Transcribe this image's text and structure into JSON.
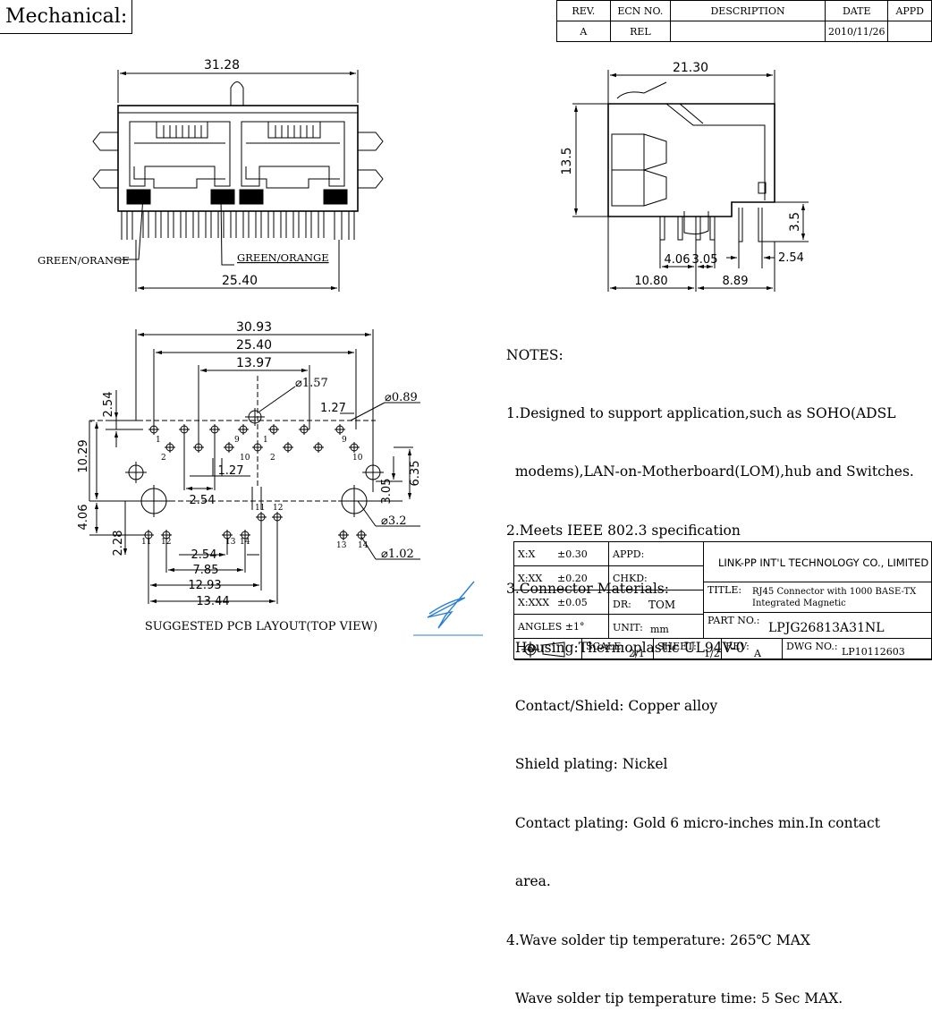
{
  "header": {
    "title": "Mechanical:"
  },
  "revision_table": {
    "headers": [
      "REV.",
      "ECN NO.",
      "DESCRIPTION",
      "DATE",
      "APPD"
    ],
    "rows": [
      [
        "A",
        "REL",
        "",
        "2010/11/26",
        ""
      ]
    ]
  },
  "front_view": {
    "dim_overall": "31.28",
    "dim_base": "25.40",
    "led_label_left": "GREEN/ORANGE",
    "led_label_right": "GREEN/ORANGE"
  },
  "side_view": {
    "dim_width": "21.30",
    "dim_height": "13.5",
    "dim_pin": "3.5",
    "dim_a": "4.06",
    "dim_b": "3.05",
    "dim_c": "2.54",
    "dim_d": "10.80",
    "dim_e": "8.89"
  },
  "pcb_layout": {
    "dim_30_93": "30.93",
    "dim_25_40": "25.40",
    "dim_13_97": "13.97",
    "dim_2_54_v": "2.54",
    "dim_1_27_a": "1.27",
    "dim_dia_0_89": "⌀0.89",
    "dim_dia_1_57": "⌀1.57",
    "dim_10_29": "10.29",
    "dim_1_27_b": "1.27",
    "dim_2_54_b": "2.54",
    "dim_4_06": "4.06",
    "dim_3_05": "3.05",
    "dim_6_35": "6.35",
    "dim_dia_3_2": "⌀3.2",
    "dim_dia_1_02": "⌀1.02",
    "dim_2_28": "2.28",
    "dim_2_54_c": "2.54",
    "dim_7_85": "7.85",
    "dim_12_93": "12.93",
    "dim_13_44": "13.44",
    "pin_labels": [
      "1",
      "2",
      "9",
      "10",
      "1",
      "2",
      "9",
      "10",
      "11",
      "12",
      "11",
      "12",
      "13",
      "14",
      "13",
      "14"
    ],
    "caption": "SUGGESTED PCB LAYOUT(TOP VIEW)"
  },
  "notes": {
    "heading": "NOTES:",
    "lines": [
      "1.Designed to support application,such as SOHO(ADSL",
      "  modems),LAN-on-Motherboard(LOM),hub and Switches.",
      "2.Meets IEEE 802.3 specification",
      "3.Connector Materials:",
      "  Housing:Thermoplastic UL94V-0",
      "  Contact/Shield: Copper alloy",
      "  Shield plating: Nickel",
      "  Contact plating: Gold 6 micro-inches min.In contact",
      "  area.",
      "4.Wave solder tip temperature: 265℃ MAX",
      "  Wave solder tip temperature time: 5 Sec MAX."
    ]
  },
  "title_block": {
    "tol_x": "X:X",
    "tol_x_val": "±0.30",
    "tol_xx": "X:XX",
    "tol_xx_val": "±0.20",
    "tol_xxx": "X:XXX",
    "tol_xxx_val": "±0.05",
    "angles": "ANGLES ±1°",
    "appd": "APPD:",
    "chkd": "CHKD:",
    "dr": "DR:",
    "dr_val": "TOM",
    "unit": "UNIT:",
    "unit_val": "mm",
    "company": "LINK-PP INT'L TECHNOLOGY CO., LIMITED",
    "title_lbl": "TITLE:",
    "title_line1": "RJ45 Connector with 1000 BASE-TX",
    "title_line2": "Integrated Magnetic",
    "part_lbl": "PART NO.:",
    "part_val": "LPJG26813A31NL",
    "scale_lbl": "SCALE:",
    "scale_val": "2/1",
    "sheet_lbl": "SHEET:",
    "sheet_val": "1/2",
    "rev_lbl": "REV:",
    "rev_val": "A",
    "dwg_lbl": "DWG NO.:",
    "dwg_val": "LP10112603"
  }
}
